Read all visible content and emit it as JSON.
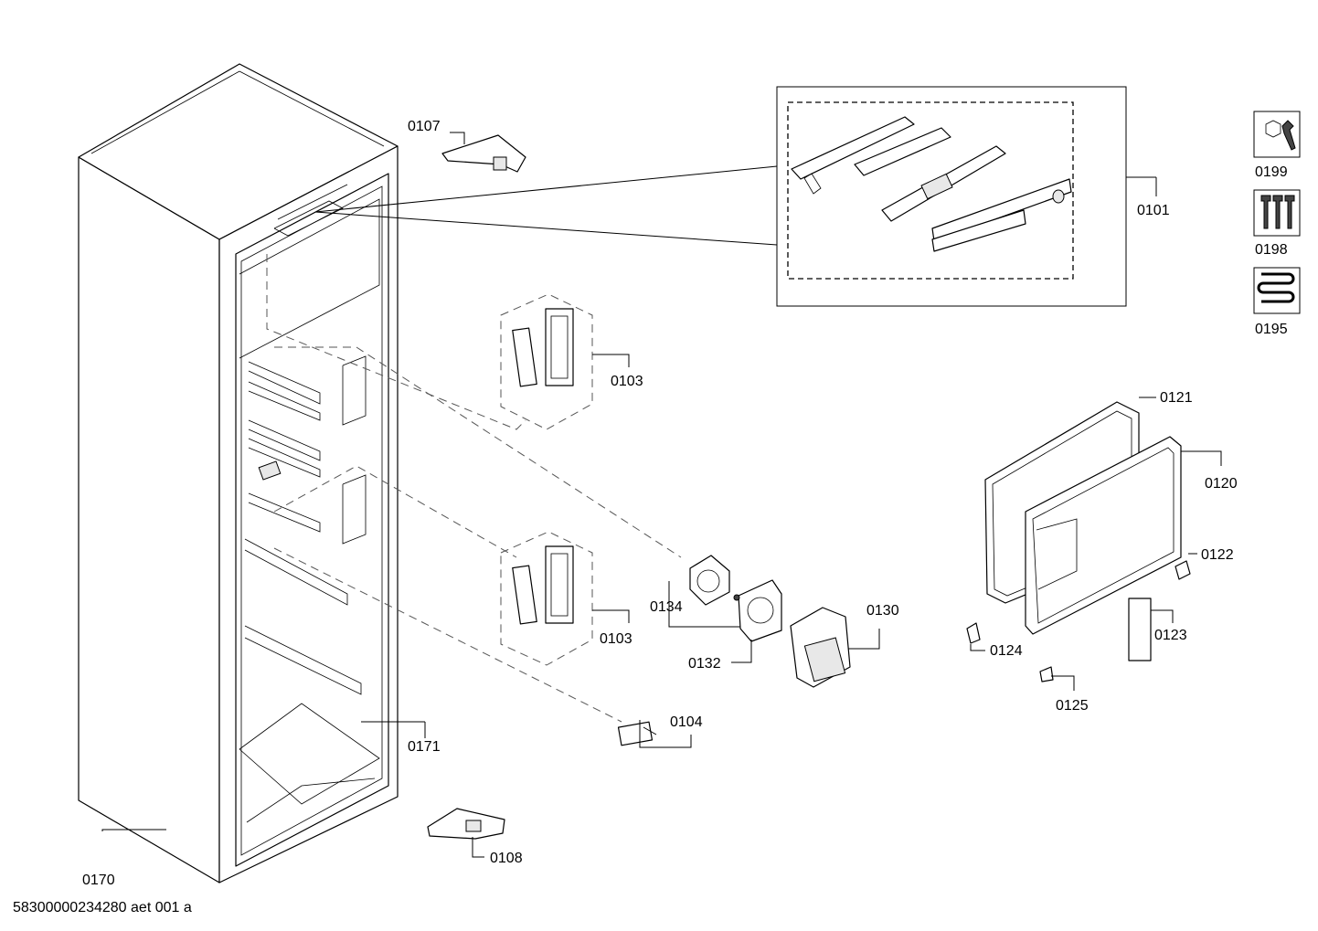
{
  "labels": {
    "p0107": "0107",
    "p0101": "0101",
    "p0199": "0199",
    "p0198": "0198",
    "p0195": "0195",
    "p0103a": "0103",
    "p0103b": "0103",
    "p0121": "0121",
    "p0120": "0120",
    "p0122": "0122",
    "p0123": "0123",
    "p0124": "0124",
    "p0125": "0125",
    "p0134": "0134",
    "p0132": "0132",
    "p0130": "0130",
    "p0104": "0104",
    "p0171": "0171",
    "p0108": "0108",
    "p0170": "0170"
  },
  "footer": {
    "doc_code": "58300000234280 aet 001 a"
  },
  "icons": [
    "tools-icon",
    "screws-icon",
    "heater-coil-icon"
  ]
}
